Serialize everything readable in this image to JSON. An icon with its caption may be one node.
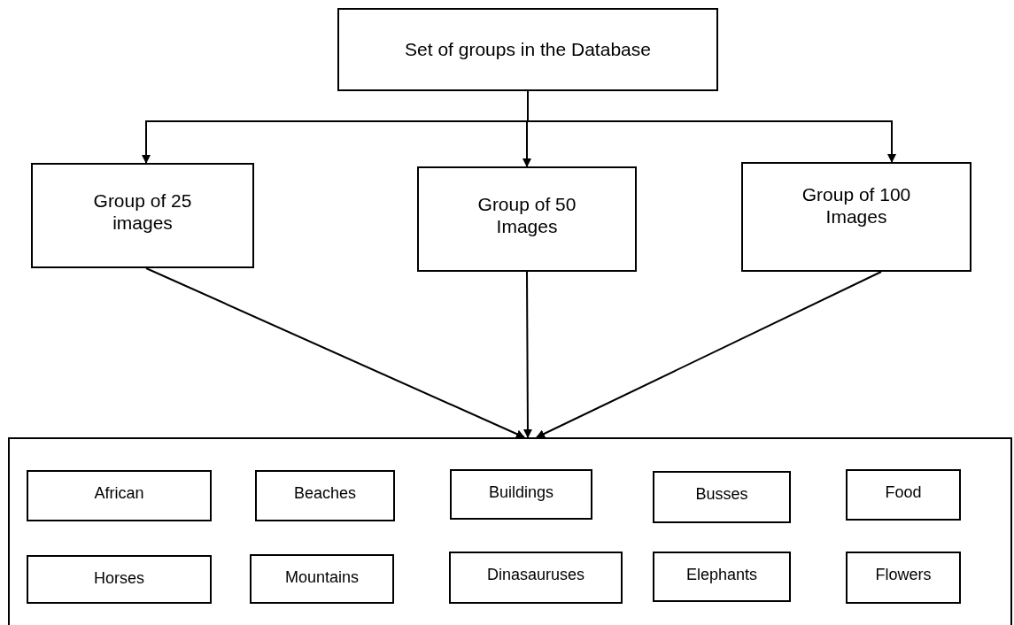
{
  "diagram": {
    "nodes": [
      {
        "text": [
          "Set of groups in the Database"
        ]
      },
      {
        "text": [
          "Group of 25 images"
        ]
      },
      {
        "text": [
          "Group of 50 Images"
        ]
      },
      {
        "text": [
          "Group of 100 Images"
        ]
      },
      {
        "text": [],
        "shape": "box"
      },
      {
        "text": [
          "African"
        ],
        "in": 4
      },
      {
        "text": [
          "Beaches"
        ],
        "in": 4
      },
      {
        "text": [
          "Buildings"
        ],
        "in": 4
      },
      {
        "text": [
          "Busses"
        ],
        "in": 4
      },
      {
        "text": [
          "Food"
        ],
        "in": 4
      },
      {
        "text": [
          "Horses"
        ],
        "in": 4
      },
      {
        "text": [
          "Mountains"
        ],
        "in": 4
      },
      {
        "text": [
          "Dinasauruses"
        ],
        "in": 4
      },
      {
        "text": [
          "Elephants"
        ],
        "in": 4
      },
      {
        "text": [
          "Flowers"
        ],
        "in": 4
      }
    ],
    "edges": [
      {
        "from": 0,
        "to": 1,
        "arrow": "to"
      },
      {
        "from": 0,
        "to": 2,
        "arrow": "to"
      },
      {
        "from": 0,
        "to": 3,
        "arrow": "to"
      },
      {
        "from": 1,
        "to": 4,
        "arrow": "to"
      },
      {
        "from": 2,
        "to": 4,
        "arrow": "to"
      },
      {
        "from": 3,
        "to": 4,
        "arrow": "to"
      }
    ]
  }
}
